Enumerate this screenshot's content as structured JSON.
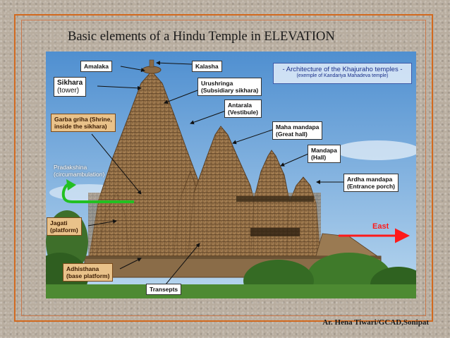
{
  "slide": {
    "title": "Basic elements of a Hindu Temple in ELEVATION",
    "credit": "Ar. Hena Tiwari/GCAD,Sonipat"
  },
  "note": {
    "title": "- Architecture of the Khajuraho temples -",
    "subtitle": "(exemple of Kandariya Mahadeva temple)"
  },
  "labels": {
    "amalaka": "Amalaka",
    "kalasha": "Kalasha",
    "sikhara": "Sikhara",
    "sikhara_sub": "(tower)",
    "urushringa": "Urushringa",
    "urushringa_sub": "(Subsidiary sikhara)",
    "antarala": "Antarala",
    "antarala_sub": "(Vestibule)",
    "garba_griha": "Garba griha (Shrine,",
    "garba_griha_sub": "inside the sikhara)",
    "maha_mandapa": "Maha mandapa",
    "maha_mandapa_sub": "(Great hall)",
    "mandapa": "Mandapa",
    "mandapa_sub": "(Hall)",
    "pradakshina": "Pradakshina",
    "pradakshina_sub": "(circumambulation)",
    "ardha_mandapa": "Ardha mandapa",
    "ardha_mandapa_sub": "(Entrance porch)",
    "jagati": "Jagati",
    "jagati_sub": "(platform)",
    "east": "East",
    "adhisthana": "Adhisthana",
    "adhisthana_sub": "(base platform)",
    "transepts": "Transepts"
  },
  "colors": {
    "frame": "#d2691e",
    "sky": "#6fa8dc",
    "stone": "#a9804f",
    "foliage": "#3f7a2a",
    "white_label": "#ffffff",
    "tan_label": "#e9c28a",
    "note_text": "#1a2f8a",
    "east_arrow": "#ff1a1a",
    "circ_arrow": "#22c022"
  }
}
